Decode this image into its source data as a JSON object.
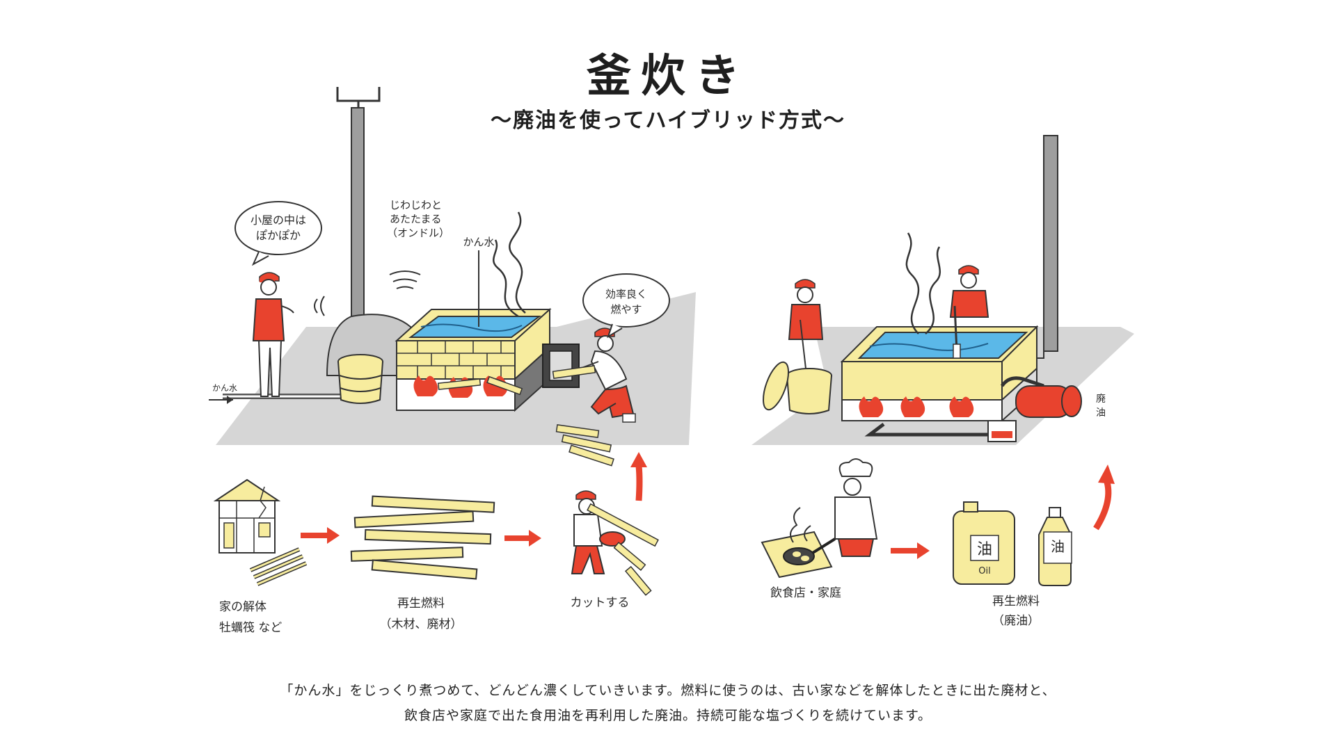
{
  "title": "釜炊き",
  "subtitle": "〜廃油を使ってハイブリッド方式〜",
  "colors": {
    "accent_red": "#e8432e",
    "water_blue": "#5bb8e8",
    "firewood_yellow": "#f7ec9e",
    "floor_gray": "#d6d6d6",
    "ink": "#222222"
  },
  "left_scene": {
    "speech_bubble_1": [
      "小屋の中は",
      "ぽかぽか"
    ],
    "warm_note": [
      "じわじわと",
      "あたたまる",
      "（オンドル）"
    ],
    "brine_label": "かん水",
    "speech_bubble_2": [
      "効率良く",
      "燃やす"
    ],
    "pipe_label": "かん水"
  },
  "left_flow": {
    "step1": [
      "家の解体",
      "牡蠣筏 など"
    ],
    "step2": [
      "再生燃料",
      "（木材、廃材）"
    ],
    "step3": "カットする"
  },
  "right_scene": {
    "tank_label": [
      "廃",
      "油"
    ]
  },
  "right_flow": {
    "step1": "飲食店・家庭",
    "step2": [
      "再生燃料",
      "（廃油）"
    ],
    "can_label": "油",
    "can_small": "Oil",
    "bottle_label": "油"
  },
  "caption": {
    "line1": "「かん水」をじっくり煮つめて、どんどん濃くしていきいます。燃料に使うのは、古い家などを解体したときに出た廃材と、",
    "line2": "飲食店や家庭で出た食用油を再利用した廃油。持続可能な塩づくりを続けています。"
  }
}
